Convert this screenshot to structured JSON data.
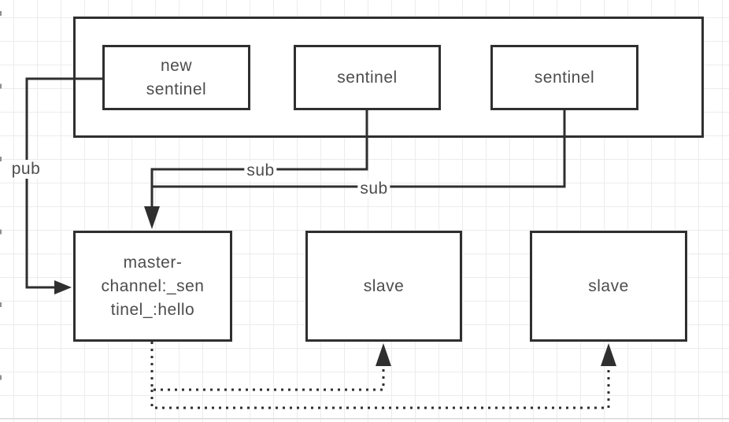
{
  "diagram": {
    "type": "flowchart",
    "nodes": {
      "new_sentinel": {
        "label": "new\nsentinel"
      },
      "sentinel_1": {
        "label": "sentinel"
      },
      "sentinel_2": {
        "label": "sentinel"
      },
      "master_channel": {
        "label": "master-\nchannel:_sen\ntinel_:hello"
      },
      "slave_1": {
        "label": "slave"
      },
      "slave_2": {
        "label": "slave"
      }
    },
    "edges": [
      {
        "from": "new_sentinel",
        "to": "master_channel",
        "label": "pub",
        "style": "solid-arrow"
      },
      {
        "from": "sentinel_1",
        "to": "master_channel",
        "label": "sub",
        "style": "solid-arrow"
      },
      {
        "from": "sentinel_2",
        "to": "master_channel",
        "label": "sub",
        "style": "solid-arrow"
      },
      {
        "from": "master_channel",
        "to": "slave_1",
        "label": "",
        "style": "dotted-arrow"
      },
      {
        "from": "master_channel",
        "to": "slave_2",
        "label": "",
        "style": "dotted-arrow"
      }
    ],
    "colors": {
      "stroke": "#2f2f2f",
      "text": "#4d4d4d",
      "grid": "#ececec",
      "background": "#ffffff"
    }
  }
}
